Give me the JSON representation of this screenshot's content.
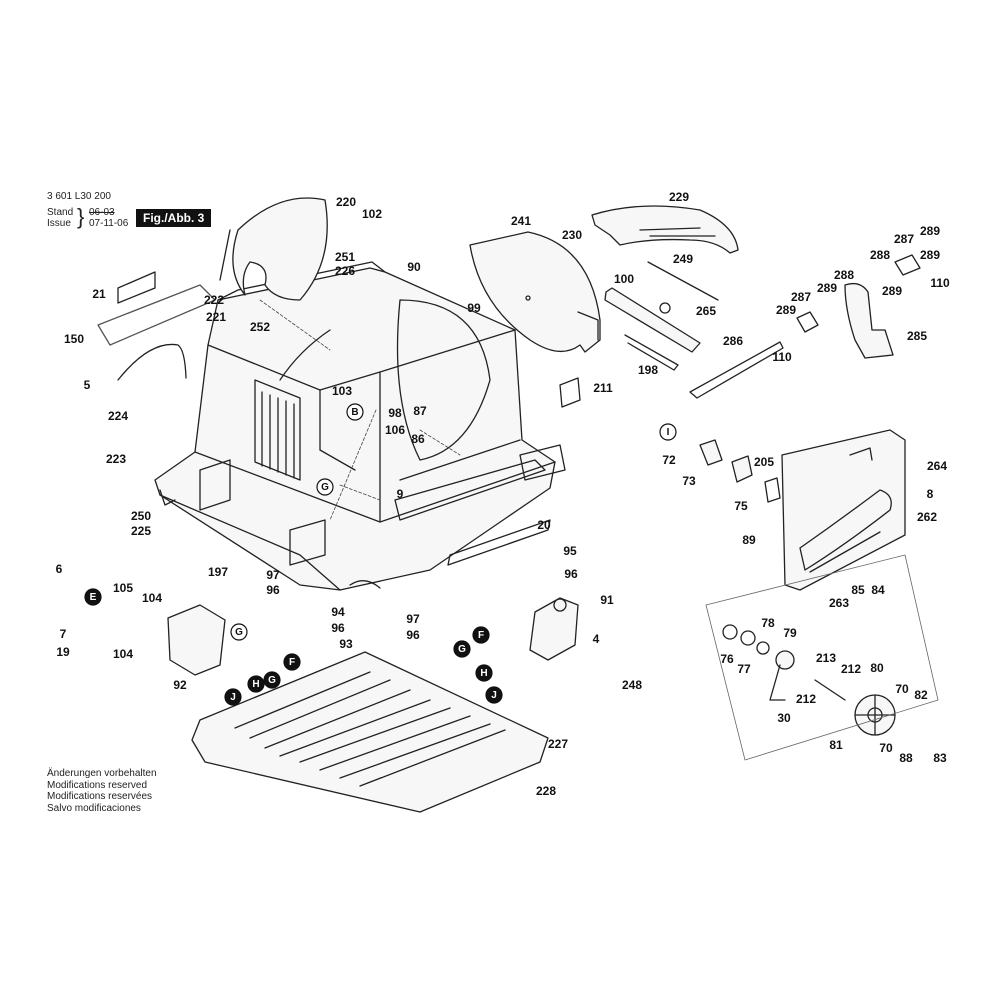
{
  "header": {
    "doc_number": "3 601 L30 200",
    "stand_label": "Stand",
    "issue_label": "Issue",
    "stand_date": "06-03",
    "issue_date": "07-11-06",
    "figure_label": "Fig./Abb. 3"
  },
  "footer_notes": [
    "Änderungen vorbehalten",
    "Modifications reserved",
    "Modifications reservées",
    "Salvo modificaciones"
  ],
  "part_callouts": [
    {
      "id": "220",
      "label": "220"
    },
    {
      "id": "102",
      "label": "102"
    },
    {
      "id": "251",
      "label": "251"
    },
    {
      "id": "226",
      "label": "226"
    },
    {
      "id": "90",
      "label": "90"
    },
    {
      "id": "21",
      "label": "21"
    },
    {
      "id": "222",
      "label": "222"
    },
    {
      "id": "221",
      "label": "221"
    },
    {
      "id": "252",
      "label": "252"
    },
    {
      "id": "150",
      "label": "150"
    },
    {
      "id": "5",
      "label": "5"
    },
    {
      "id": "103",
      "label": "103"
    },
    {
      "id": "98",
      "label": "98"
    },
    {
      "id": "87",
      "label": "87"
    },
    {
      "id": "106",
      "label": "106"
    },
    {
      "id": "86",
      "label": "86"
    },
    {
      "id": "9",
      "label": "9"
    },
    {
      "id": "224",
      "label": "224"
    },
    {
      "id": "223",
      "label": "223"
    },
    {
      "id": "250",
      "label": "250"
    },
    {
      "id": "225",
      "label": "225"
    },
    {
      "id": "197",
      "label": "197"
    },
    {
      "id": "6",
      "label": "6"
    },
    {
      "id": "97a",
      "label": "97"
    },
    {
      "id": "96a",
      "label": "96"
    },
    {
      "id": "105",
      "label": "105"
    },
    {
      "id": "104a",
      "label": "104"
    },
    {
      "id": "7",
      "label": "7"
    },
    {
      "id": "19",
      "label": "19"
    },
    {
      "id": "104b",
      "label": "104"
    },
    {
      "id": "92",
      "label": "92"
    },
    {
      "id": "94",
      "label": "94"
    },
    {
      "id": "96b",
      "label": "96"
    },
    {
      "id": "93",
      "label": "93"
    },
    {
      "id": "97b",
      "label": "97"
    },
    {
      "id": "96c",
      "label": "96"
    },
    {
      "id": "241",
      "label": "241"
    },
    {
      "id": "230",
      "label": "230"
    },
    {
      "id": "99",
      "label": "99"
    },
    {
      "id": "229",
      "label": "229"
    },
    {
      "id": "249",
      "label": "249"
    },
    {
      "id": "100",
      "label": "100"
    },
    {
      "id": "265",
      "label": "265"
    },
    {
      "id": "198",
      "label": "198"
    },
    {
      "id": "211",
      "label": "211"
    },
    {
      "id": "20",
      "label": "20"
    },
    {
      "id": "95",
      "label": "95"
    },
    {
      "id": "96d",
      "label": "96"
    },
    {
      "id": "91",
      "label": "91"
    },
    {
      "id": "4",
      "label": "4"
    },
    {
      "id": "248",
      "label": "248"
    },
    {
      "id": "227",
      "label": "227"
    },
    {
      "id": "228",
      "label": "228"
    },
    {
      "id": "287a",
      "label": "287"
    },
    {
      "id": "289a",
      "label": "289"
    },
    {
      "id": "288a",
      "label": "288"
    },
    {
      "id": "289b",
      "label": "289"
    },
    {
      "id": "110a",
      "label": "110"
    },
    {
      "id": "288b",
      "label": "288"
    },
    {
      "id": "287b",
      "label": "287"
    },
    {
      "id": "289c",
      "label": "289"
    },
    {
      "id": "289d",
      "label": "289"
    },
    {
      "id": "289e",
      "label": "289"
    },
    {
      "id": "285",
      "label": "285"
    },
    {
      "id": "286",
      "label": "286"
    },
    {
      "id": "110b",
      "label": "110"
    },
    {
      "id": "264",
      "label": "264"
    },
    {
      "id": "72",
      "label": "72"
    },
    {
      "id": "205",
      "label": "205"
    },
    {
      "id": "73",
      "label": "73"
    },
    {
      "id": "75",
      "label": "75"
    },
    {
      "id": "8",
      "label": "8"
    },
    {
      "id": "262",
      "label": "262"
    },
    {
      "id": "89",
      "label": "89"
    },
    {
      "id": "263",
      "label": "263"
    },
    {
      "id": "85",
      "label": "85"
    },
    {
      "id": "84",
      "label": "84"
    },
    {
      "id": "78",
      "label": "78"
    },
    {
      "id": "79",
      "label": "79"
    },
    {
      "id": "76",
      "label": "76"
    },
    {
      "id": "77",
      "label": "77"
    },
    {
      "id": "213",
      "label": "213"
    },
    {
      "id": "212a",
      "label": "212"
    },
    {
      "id": "80",
      "label": "80"
    },
    {
      "id": "212b",
      "label": "212"
    },
    {
      "id": "30",
      "label": "30"
    },
    {
      "id": "70a",
      "label": "70"
    },
    {
      "id": "82",
      "label": "82"
    },
    {
      "id": "81",
      "label": "81"
    },
    {
      "id": "70b",
      "label": "70"
    },
    {
      "id": "88",
      "label": "88"
    },
    {
      "id": "83",
      "label": "83"
    }
  ],
  "connector_markers": [
    {
      "id": "B",
      "label": "B"
    },
    {
      "id": "G1",
      "label": "G"
    },
    {
      "id": "E1",
      "label": "E"
    },
    {
      "id": "G2",
      "label": "G"
    },
    {
      "id": "F1",
      "label": "F"
    },
    {
      "id": "G3",
      "label": "G"
    },
    {
      "id": "H1",
      "label": "H"
    },
    {
      "id": "J1",
      "label": "J"
    },
    {
      "id": "F2",
      "label": "F"
    },
    {
      "id": "G4",
      "label": "G"
    },
    {
      "id": "H2",
      "label": "H"
    },
    {
      "id": "J2",
      "label": "J"
    },
    {
      "id": "I",
      "label": "I"
    }
  ]
}
